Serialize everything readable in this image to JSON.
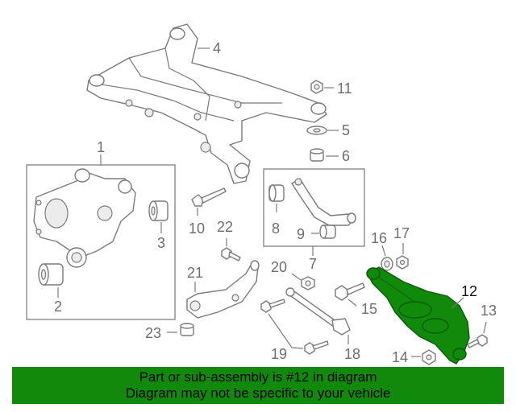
{
  "callouts": [
    {
      "id": "c1",
      "text": "1"
    },
    {
      "id": "c2",
      "text": "2"
    },
    {
      "id": "c3",
      "text": "3"
    },
    {
      "id": "c4",
      "text": "4"
    },
    {
      "id": "c5",
      "text": "5"
    },
    {
      "id": "c6",
      "text": "6"
    },
    {
      "id": "c7",
      "text": "7"
    },
    {
      "id": "c8",
      "text": "8"
    },
    {
      "id": "c9",
      "text": "9"
    },
    {
      "id": "c10",
      "text": "10"
    },
    {
      "id": "c11",
      "text": "11"
    },
    {
      "id": "c12",
      "text": "12"
    },
    {
      "id": "c13",
      "text": "13"
    },
    {
      "id": "c14",
      "text": "14"
    },
    {
      "id": "c15",
      "text": "15"
    },
    {
      "id": "c16",
      "text": "16"
    },
    {
      "id": "c17",
      "text": "17"
    },
    {
      "id": "c18",
      "text": "18"
    },
    {
      "id": "c19",
      "text": "19"
    },
    {
      "id": "c20",
      "text": "20"
    },
    {
      "id": "c21",
      "text": "21"
    },
    {
      "id": "c22",
      "text": "22"
    },
    {
      "id": "c23",
      "text": "23"
    }
  ],
  "highlight": {
    "part_number": "12",
    "color": "#118a0c"
  },
  "banner": {
    "line1": "Part or sub-assembly is #12 in diagram",
    "line2": "Diagram may not be specific to your vehicle",
    "background": "#118a0c"
  }
}
